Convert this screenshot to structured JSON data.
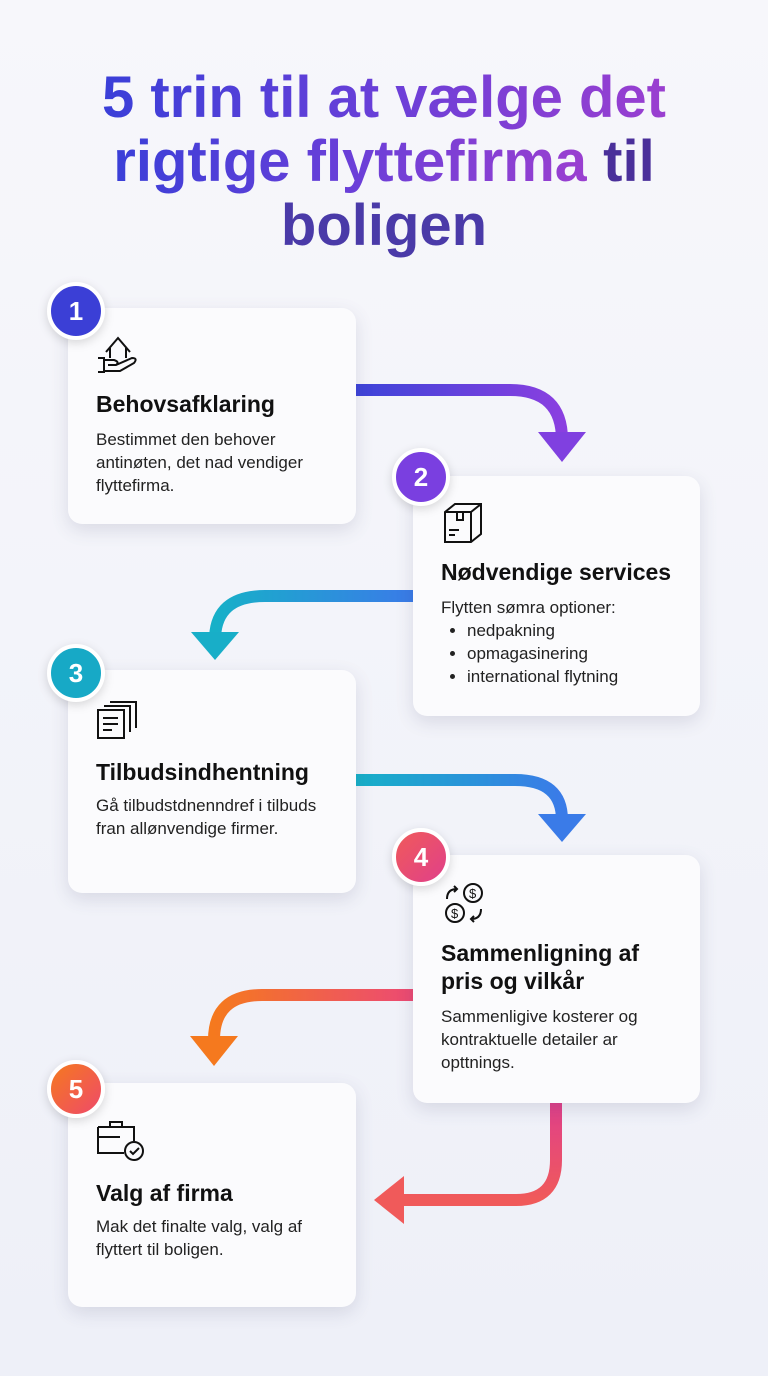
{
  "title": {
    "line1": "5 trin til at vælge det",
    "line2a": "rigtige flyttefirma",
    "line2b": " til",
    "line3": "boligen"
  },
  "steps": [
    {
      "number": "1",
      "title": "Behovsafklaring",
      "text": "Bestimmet den behover antinøten, det nad vendiger flyttefirma.",
      "icon": "house-hand-icon",
      "color": "#3b3fd6"
    },
    {
      "number": "2",
      "title": "Nødvendige services",
      "text": "Flytten sømra optioner:",
      "bullets": [
        "nedpakning",
        "opmagasinering",
        "international flytning"
      ],
      "icon": "box-icon",
      "color": "#7a3fe0"
    },
    {
      "number": "3",
      "title": "Tilbudsindhentning",
      "text": "Gå tilbudstdnenndref i tilbuds fran allønvendige firmer.",
      "icon": "documents-icon",
      "color": "#17a9c6"
    },
    {
      "number": "4",
      "title": "Sammenligning af pris og vilkår",
      "text": "Sammenligive kosterer og kontraktuelle detailer ar opttnings.",
      "icon": "currency-exchange-icon",
      "color": "#ec4a74"
    },
    {
      "number": "5",
      "title": "Valg af firma",
      "text": "Mak det finalte valg, valg af flyttert til boligen.",
      "icon": "briefcase-check-icon",
      "color": "#f26a3a"
    }
  ]
}
